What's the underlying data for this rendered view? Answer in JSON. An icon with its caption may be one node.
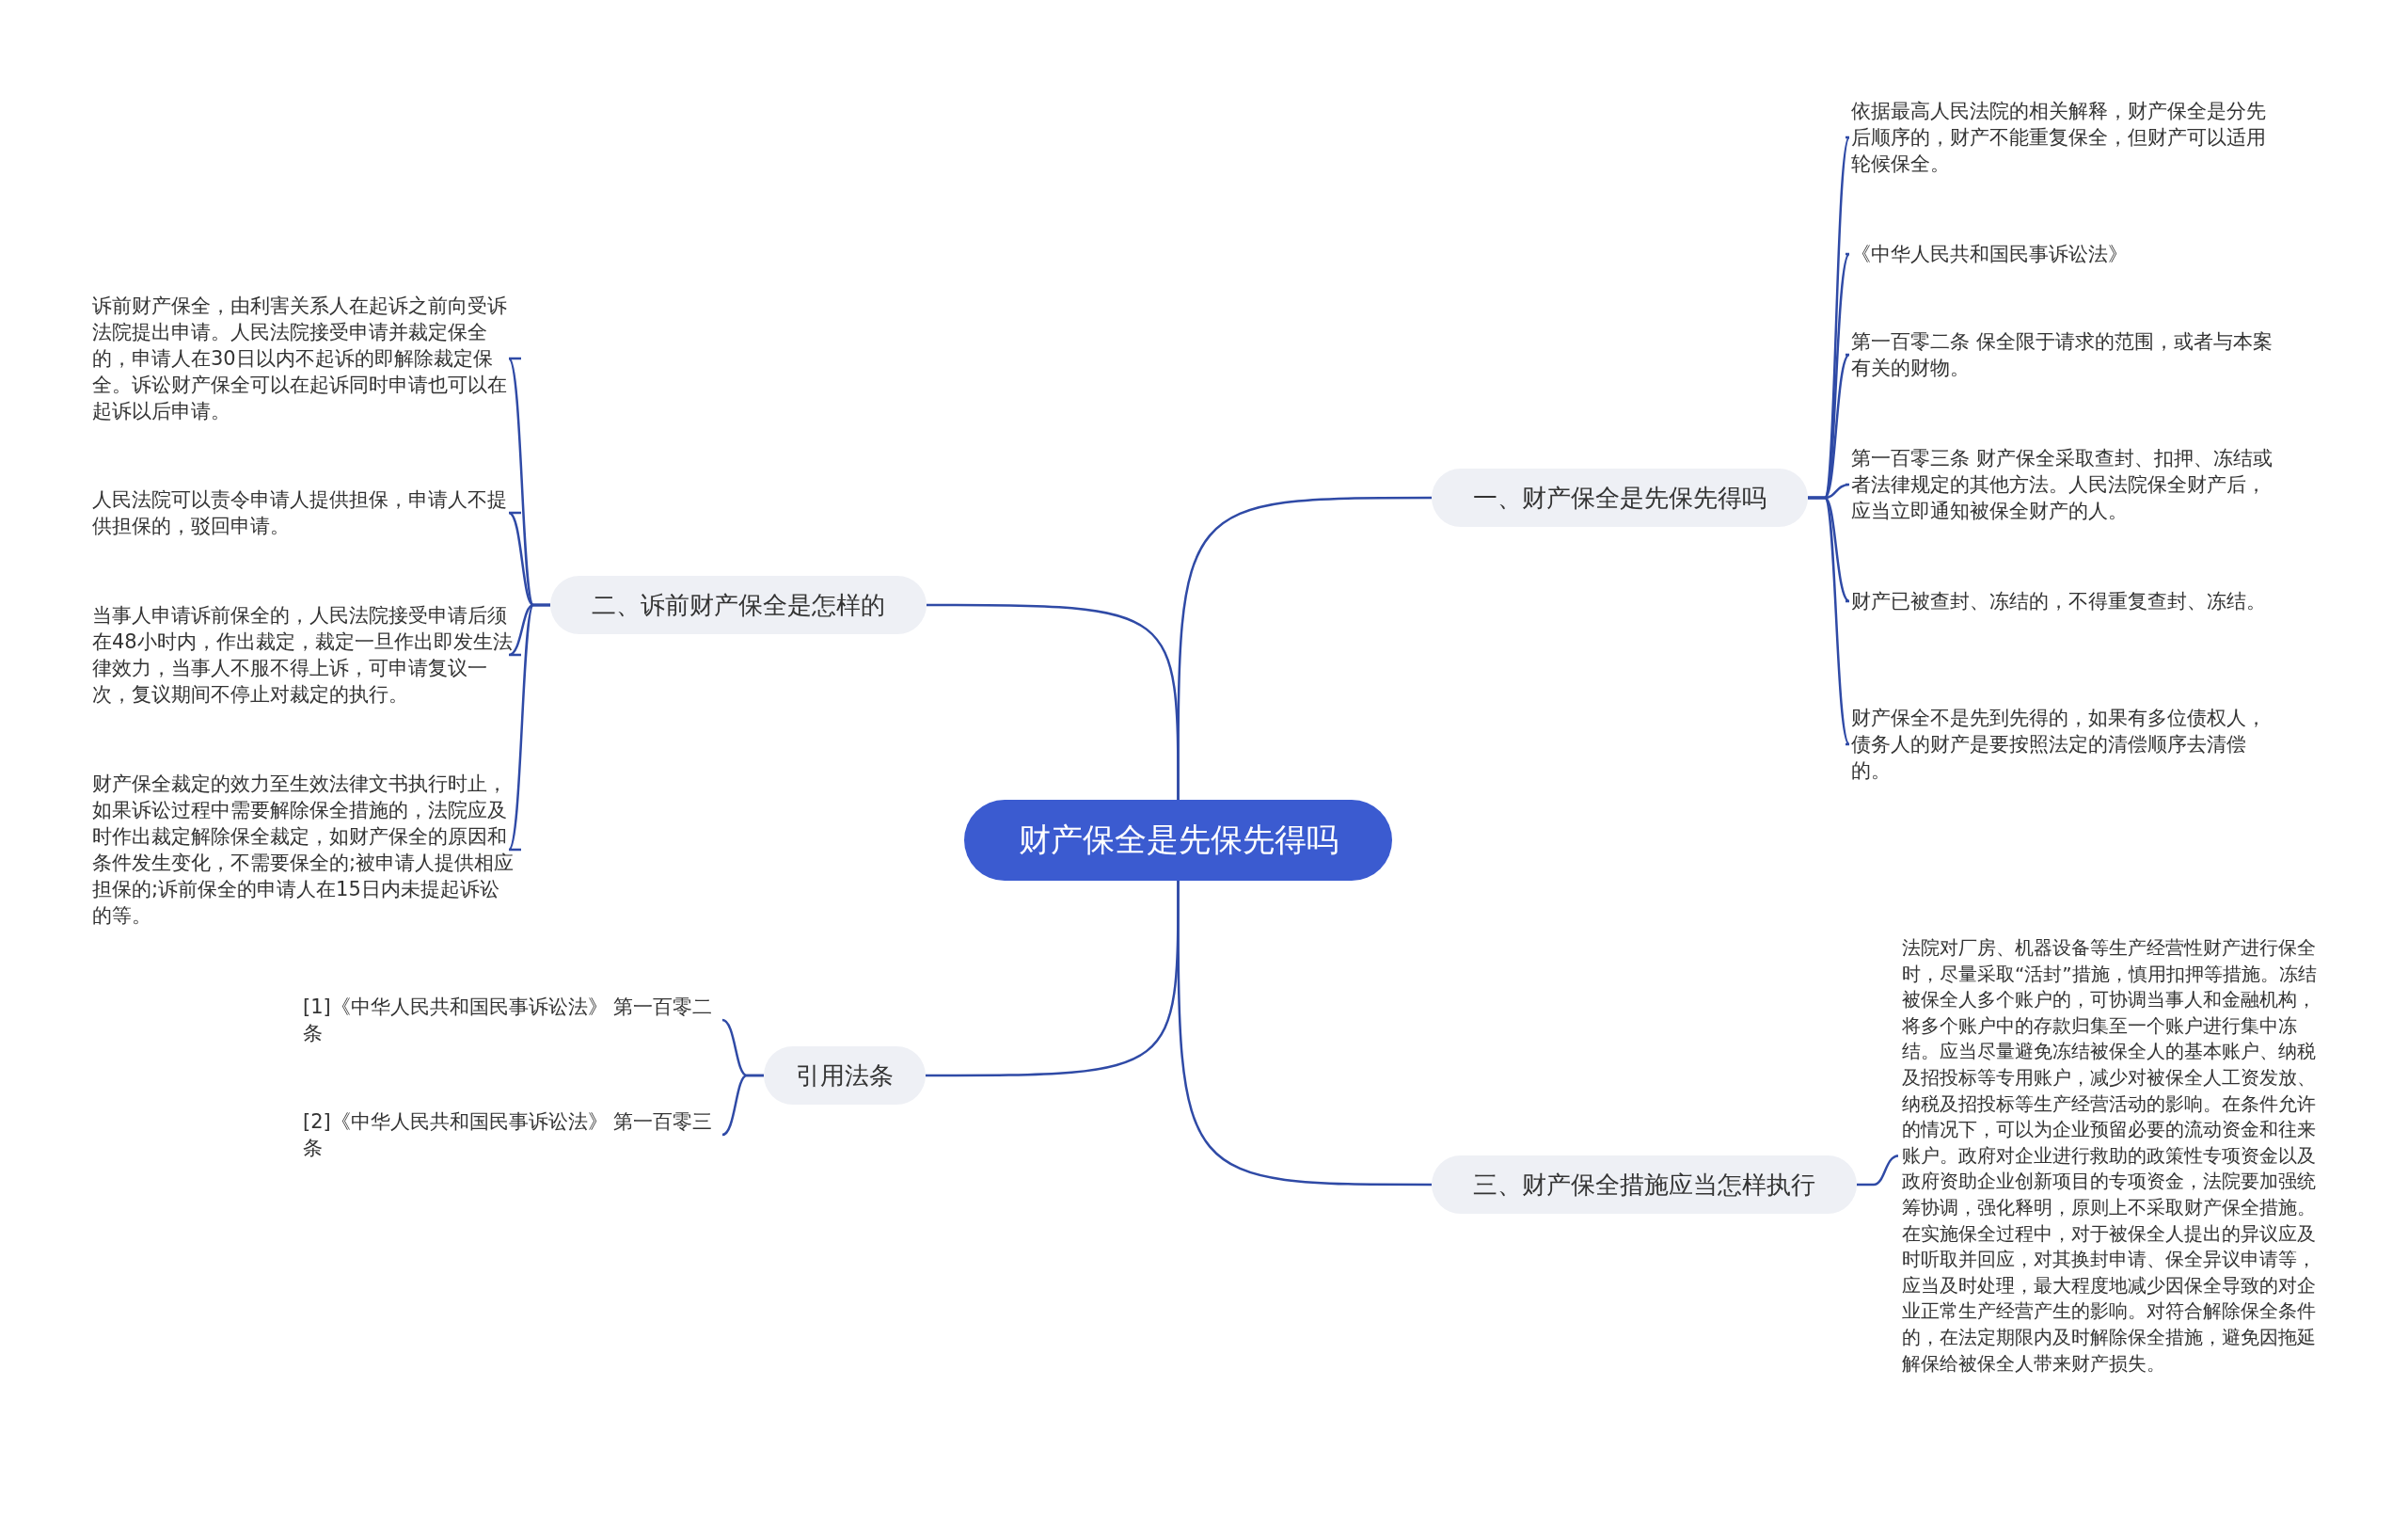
{
  "diagram": {
    "nodes": [
      {
        "text": [
          "财产保全是先保先得吗"
        ]
      },
      {
        "text": [
          "一、财产保全是先保先得吗"
        ]
      },
      {
        "text": [
          "依据最高人民法院的相关解释，财产保全是分先后顺序的，财产不能重复保全，但财产可以适用轮候保全。"
        ]
      },
      {
        "text": [
          "《中华人民共和国民事诉讼法》"
        ]
      },
      {
        "text": [
          "第一百零二条 保全限于请求的范围，或者与本案有关的财物。"
        ]
      },
      {
        "text": [
          "第一百零三条 财产保全采取查封、扣押、冻结或者法律规定的其他方法。人民法院保全财产后，应当立即通知被保全财产的人。"
        ]
      },
      {
        "text": [
          "财产已被查封、冻结的，不得重复查封、冻结。"
        ]
      },
      {
        "text": [
          "财产保全不是先到先得的，如果有多位债权人，债务人的财产是要按照法定的清偿顺序去清偿的。"
        ]
      },
      {
        "text": [
          "二、诉前财产保全是怎样的"
        ]
      },
      {
        "text": [
          "诉前财产保全，由利害关系人在起诉之前向受诉法院提出申请。人民法院接受申请并裁定保全的，申请人在30日以内不起诉的即解除裁定保全。诉讼财产保全可以在起诉同时申请也可以在起诉以后申请。"
        ]
      },
      {
        "text": [
          "人民法院可以责令申请人提供担保，申请人不提供担保的，驳回申请。"
        ]
      },
      {
        "text": [
          "当事人申请诉前保全的，人民法院接受申请后须在48小时内，作出裁定，裁定一旦作出即发生法律效力，当事人不服不得上诉，可申请复议一次，复议期间不停止对裁定的执行。"
        ]
      },
      {
        "text": [
          "财产保全裁定的效力至生效法律文书执行时止，如果诉讼过程中需要解除保全措施的，法院应及时作出裁定解除保全裁定，如财产保全的原因和条件发生变化，不需要保全的;被申请人提供相应担保的;诉前保全的申请人在15日内未提起诉讼的等。"
        ]
      },
      {
        "text": [
          "引用法条"
        ]
      },
      {
        "text": [
          "[1]《中华人民共和国民事诉讼法》 第一百零二条"
        ]
      },
      {
        "text": [
          "[2]《中华人民共和国民事诉讼法》 第一百零三条"
        ]
      },
      {
        "text": [
          "三、财产保全措施应当怎样执行"
        ]
      },
      {
        "text": [
          "法院对厂房、机器设备等生产经营性财产进行保全时，尽量采取“活封”措施，慎用扣押等措施。冻结被保全人多个账户的，可协调当事人和金融机构，将多个账户中的存款归集至一个账户进行集中冻结。应当尽量避免冻结被保全人的基本账户、纳税及招投标等专用账户，减少对被保全人工资发放、纳税及招投标等生产经营活动的影响。在条件允许的情况下，可以为企业预留必要的流动资金和往来账户。政府对企业进行救助的政策性专项资金以及政府资助企业创新项目的专项资金，法院要加强统筹协调，强化释明，原则上不采取财产保全措施。在实施保全过程中，对于被保全人提出的异议应及时听取并回应，对其换封申请、保全异议申请等，应当及时处理，最大程度地减少因保全导致的对企业正常生产经营产生的影响。对符合解除保全条件的，在法定期限内及时解除保全措施，避免因拖延解保给被保全人带来财产损失。"
        ]
      }
    ],
    "edges": [
      {
        "from": 0,
        "to": 1,
        "arrow": "none"
      },
      {
        "from": 1,
        "to": 2,
        "arrow": "none"
      },
      {
        "from": 1,
        "to": 3,
        "arrow": "none"
      },
      {
        "from": 1,
        "to": 4,
        "arrow": "none"
      },
      {
        "from": 1,
        "to": 5,
        "arrow": "none"
      },
      {
        "from": 1,
        "to": 6,
        "arrow": "none"
      },
      {
        "from": 1,
        "to": 7,
        "arrow": "none"
      },
      {
        "from": 0,
        "to": 8,
        "arrow": "none"
      },
      {
        "from": 8,
        "to": 9,
        "arrow": "none"
      },
      {
        "from": 8,
        "to": 10,
        "arrow": "none"
      },
      {
        "from": 8,
        "to": 11,
        "arrow": "none"
      },
      {
        "from": 8,
        "to": 12,
        "arrow": "none"
      },
      {
        "from": 0,
        "to": 13,
        "arrow": "none"
      },
      {
        "from": 13,
        "to": 14,
        "arrow": "none"
      },
      {
        "from": 13,
        "to": 15,
        "arrow": "none"
      },
      {
        "from": 0,
        "to": 16,
        "arrow": "none"
      },
      {
        "from": 16,
        "to": 17,
        "arrow": "none"
      }
    ]
  }
}
